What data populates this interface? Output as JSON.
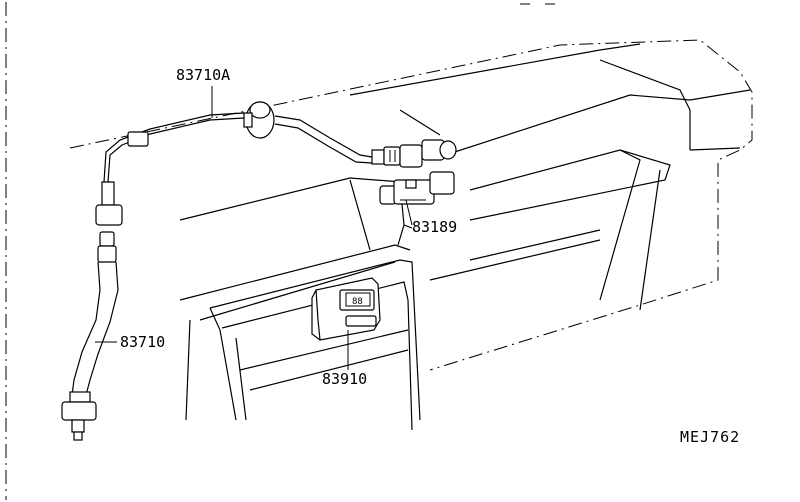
{
  "labels": {
    "part_83710a": "83710A",
    "part_83189": "83189",
    "part_83710": "83710",
    "part_83910": "83910",
    "drawing_code": "MEJ762"
  },
  "colors": {
    "ink": "#000000",
    "paper": "#ffffff"
  }
}
